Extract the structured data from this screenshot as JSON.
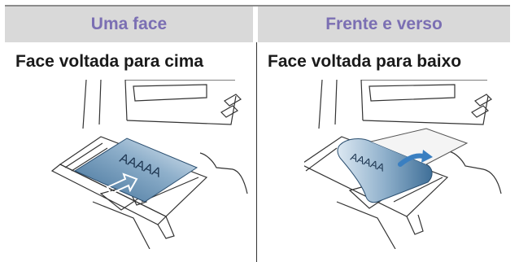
{
  "header": {
    "col1": "Uma face",
    "col2": "Frente e verso"
  },
  "columns": [
    {
      "subtitle": "Face voltada para cima",
      "paper_text": "AAAAA",
      "arrow": "right-arrow"
    },
    {
      "subtitle": "Face voltada para baixo",
      "paper_text": "AAAAA",
      "arrow": "curved-arrow"
    }
  ],
  "colors": {
    "header_bg": "#d9d9d9",
    "header_text": "#7b6fb3",
    "paper_gradient_dark": "#3f6f98",
    "paper_gradient_light": "#dce8f2"
  }
}
